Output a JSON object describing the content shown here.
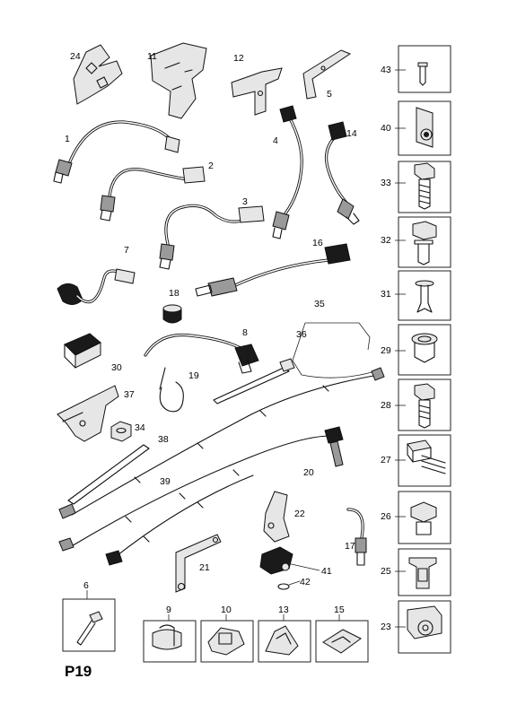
{
  "page_code": "P19",
  "labels": {
    "p1": "1",
    "p2": "2",
    "p3": "3",
    "p4": "4",
    "p5": "5",
    "p6": "6",
    "p7": "7",
    "p8": "8",
    "p9": "9",
    "p10": "10",
    "p11": "11",
    "p12": "12",
    "p13": "13",
    "p14": "14",
    "p15": "15",
    "p16": "16",
    "p17": "17",
    "p18": "18",
    "p19": "19",
    "p20": "20",
    "p21": "21",
    "p22": "22",
    "p23": "23",
    "p24": "24",
    "p25": "25",
    "p26": "26",
    "p27": "27",
    "p28": "28",
    "p29": "29",
    "p30": "30",
    "p31": "31",
    "p32": "32",
    "p33": "33",
    "p34": "34",
    "p35": "35",
    "p36": "36",
    "p37": "37",
    "p38": "38",
    "p39": "39",
    "p40": "40",
    "p41": "41",
    "p42": "42",
    "p43": "43"
  },
  "colors": {
    "line": "#111111",
    "background": "#ffffff",
    "box_border": "#222222"
  }
}
